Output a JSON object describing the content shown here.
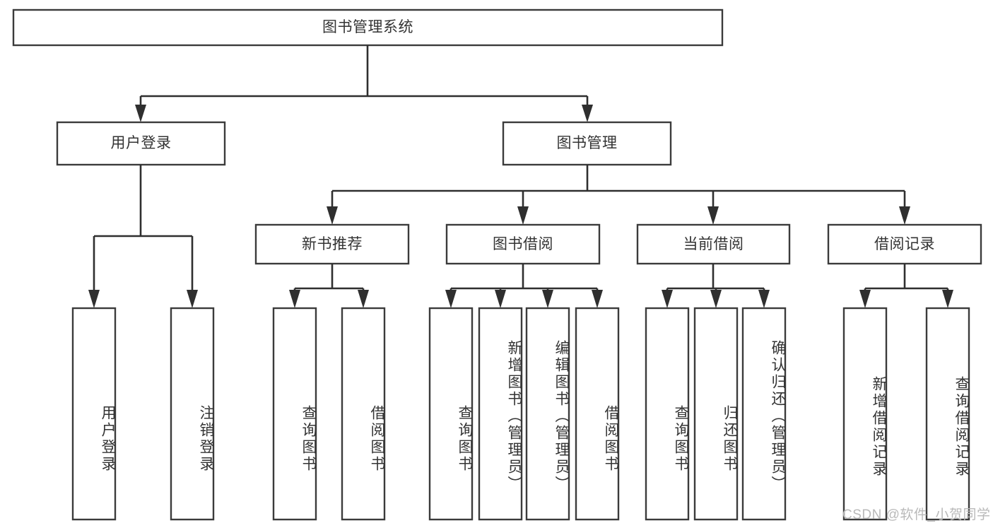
{
  "diagram": {
    "title": "图书管理系统",
    "type": "tree-hierarchy-diagram",
    "colors": {
      "box_fill": "#ffffff",
      "box_stroke": "#3b3b3b",
      "connector": "#2f2f2f",
      "text": "#333333",
      "watermark": "#b9b9b9",
      "background": "#ffffff"
    },
    "watermark": "CSDN @软件_小贺同学",
    "nodes": {
      "root": {
        "label": "图书管理系统",
        "level": 1,
        "orientation": "horizontal"
      },
      "level2": [
        {
          "id": "user-login",
          "label": "用户登录",
          "orientation": "horizontal"
        },
        {
          "id": "book-management",
          "label": "图书管理",
          "orientation": "horizontal"
        }
      ],
      "level3": [
        {
          "id": "new-book-recommend",
          "label": "新书推荐",
          "orientation": "horizontal",
          "parent": "book-management"
        },
        {
          "id": "book-borrow",
          "label": "图书借阅",
          "orientation": "horizontal",
          "parent": "book-management"
        },
        {
          "id": "current-borrow",
          "label": "当前借阅",
          "orientation": "horizontal",
          "parent": "book-management"
        },
        {
          "id": "borrow-record",
          "label": "借阅记录",
          "orientation": "horizontal",
          "parent": "book-management"
        }
      ],
      "leaves": [
        {
          "id": "leaf-user-login",
          "label": "用户登录",
          "parent": "user-login",
          "orientation": "vertical"
        },
        {
          "id": "leaf-user-logout",
          "label": "注销登录",
          "parent": "user-login",
          "orientation": "vertical"
        },
        {
          "id": "leaf-query-book-1",
          "label": "查询图书",
          "parent": "new-book-recommend",
          "orientation": "vertical"
        },
        {
          "id": "leaf-borrow-book-1",
          "label": "借阅图书",
          "parent": "new-book-recommend",
          "orientation": "vertical"
        },
        {
          "id": "leaf-query-book-2",
          "label": "查询图书",
          "parent": "book-borrow",
          "orientation": "vertical"
        },
        {
          "id": "leaf-add-book",
          "label": "新增图书（管理员）",
          "parent": "book-borrow",
          "orientation": "vertical"
        },
        {
          "id": "leaf-edit-book",
          "label": "编辑图书（管理员）",
          "parent": "book-borrow",
          "orientation": "vertical"
        },
        {
          "id": "leaf-borrow-book-2",
          "label": "借阅图书",
          "parent": "book-borrow",
          "orientation": "vertical"
        },
        {
          "id": "leaf-query-book-3",
          "label": "查询图书",
          "parent": "current-borrow",
          "orientation": "vertical"
        },
        {
          "id": "leaf-return-book",
          "label": "归还图书",
          "parent": "current-borrow",
          "orientation": "vertical"
        },
        {
          "id": "leaf-confirm-return",
          "label": "确认归还（管理员）",
          "parent": "current-borrow",
          "orientation": "vertical"
        },
        {
          "id": "leaf-add-record",
          "label": "新增借阅记录",
          "parent": "borrow-record",
          "orientation": "vertical"
        },
        {
          "id": "leaf-query-record",
          "label": "查询借阅记录",
          "parent": "borrow-record",
          "orientation": "vertical"
        }
      ]
    }
  }
}
